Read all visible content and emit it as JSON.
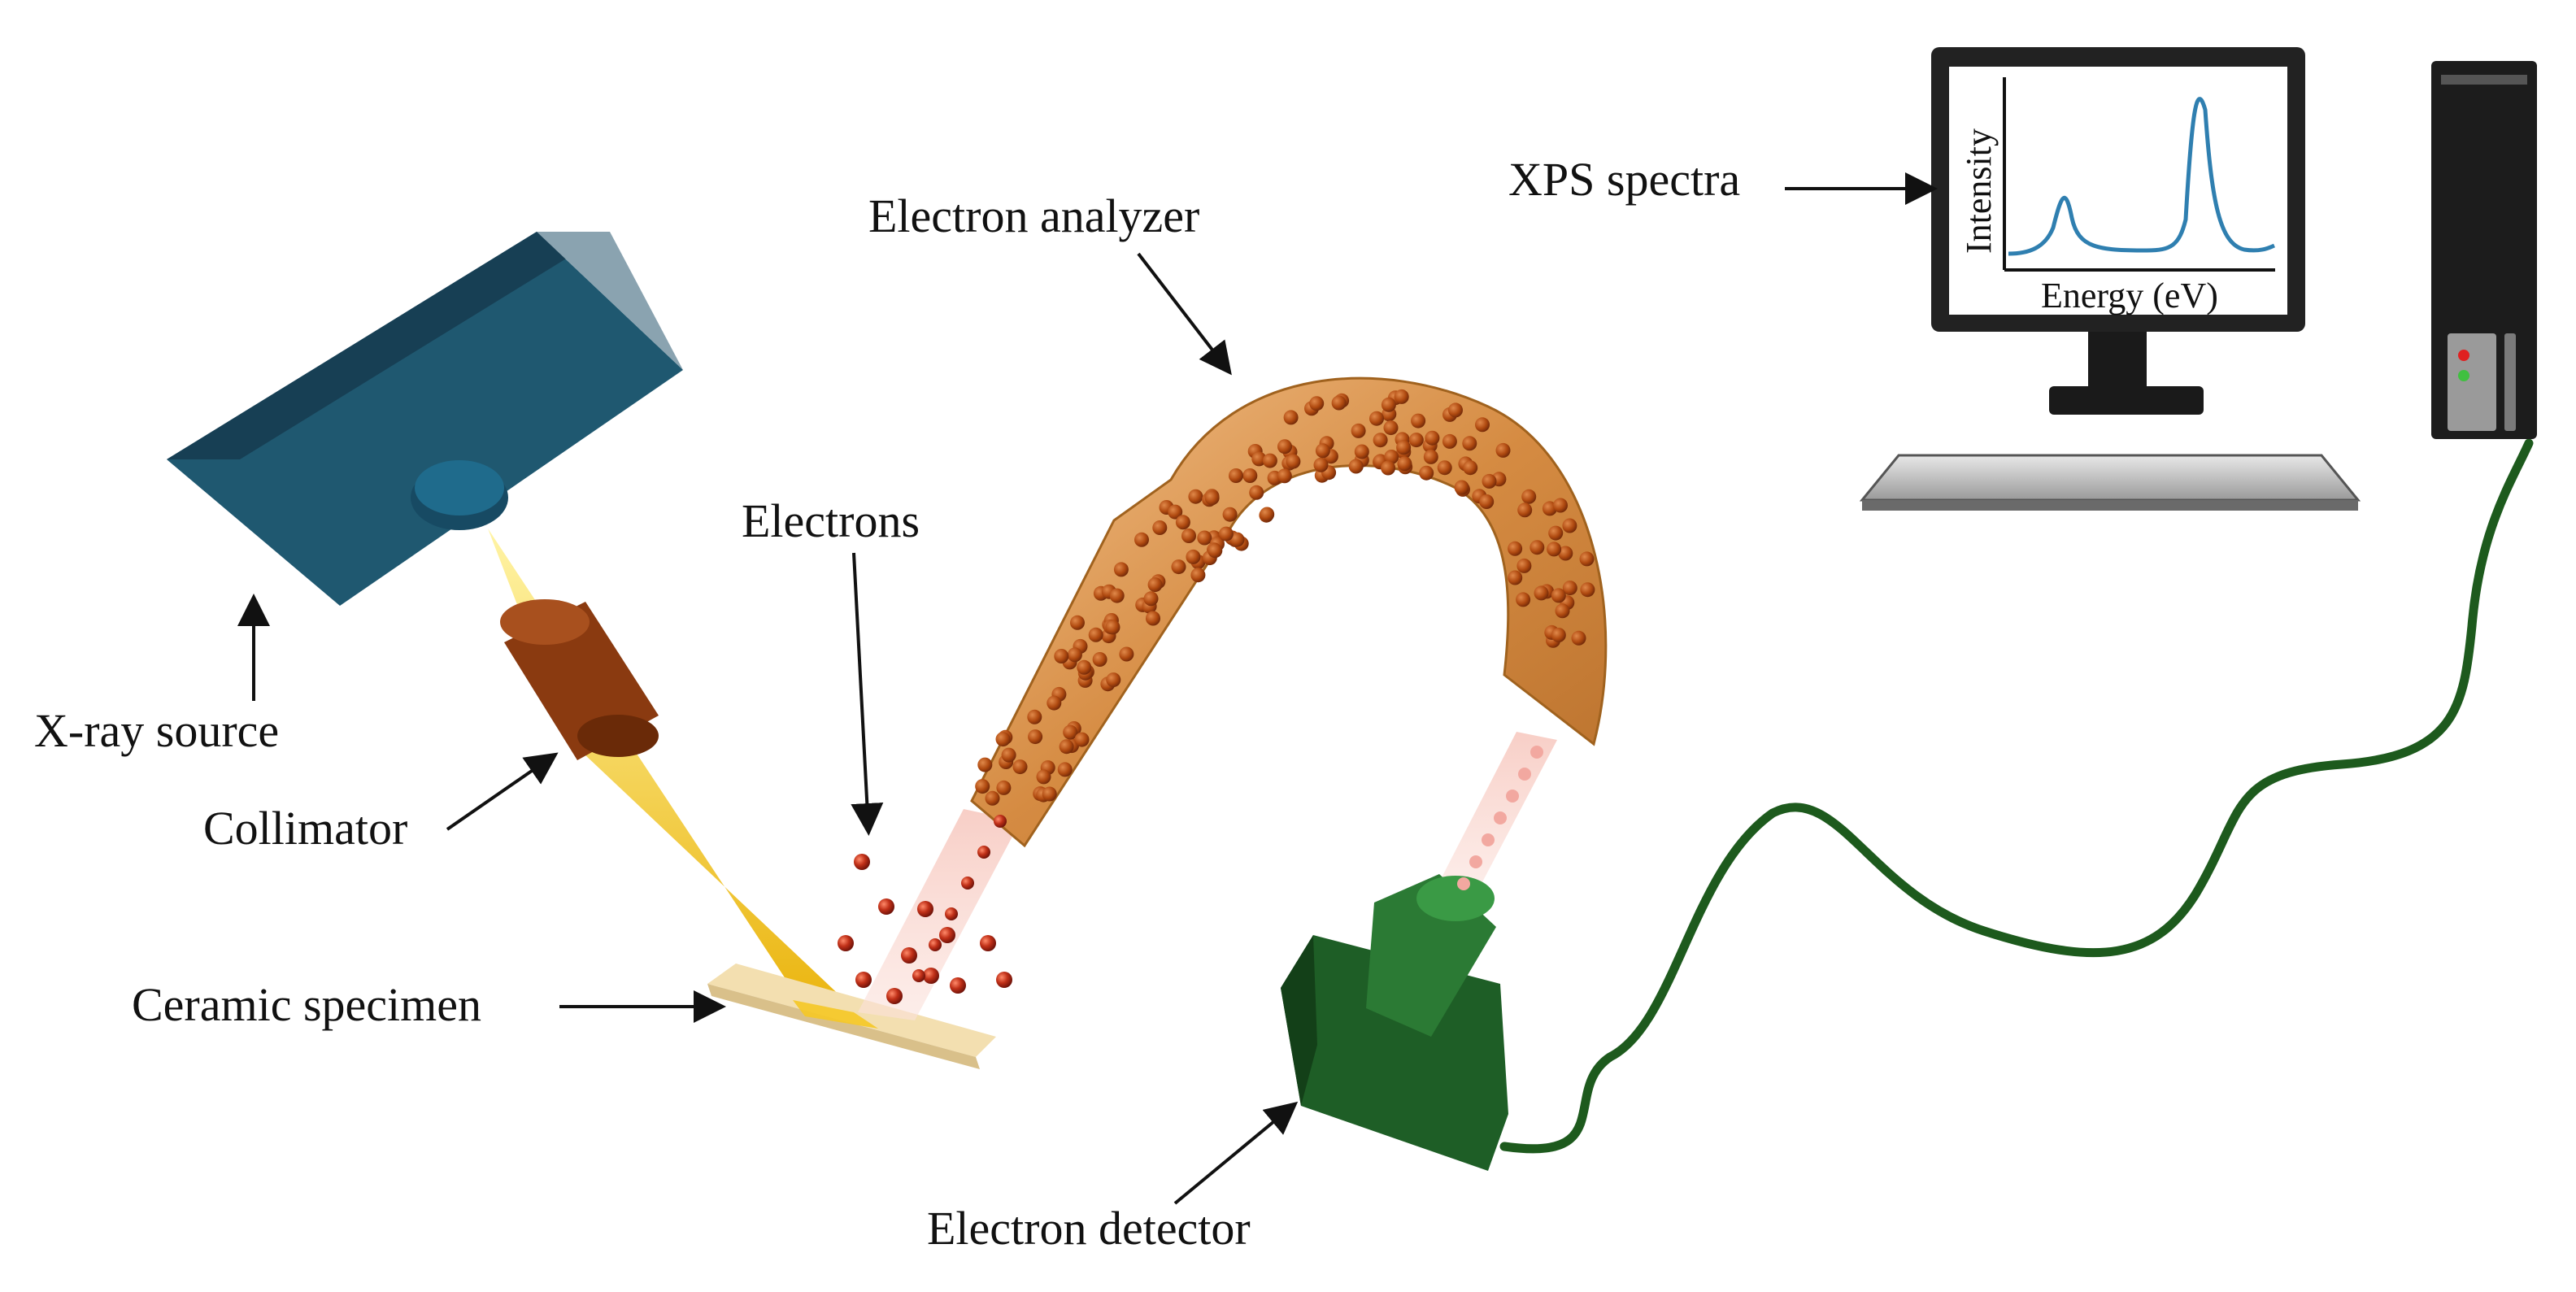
{
  "labels": {
    "xray_source": "X-ray source",
    "collimator": "Collimator",
    "ceramic_specimen": "Ceramic specimen",
    "electrons": "Electrons",
    "electron_analyzer": "Electron analyzer",
    "electron_detector": "Electron detector",
    "xps_spectra": "XPS spectra"
  },
  "monitor_plot": {
    "ylabel": "Intensity",
    "xlabel": "Energy (eV)"
  },
  "colors": {
    "xray_source": "#1f5870",
    "collimator": "#8a3a10",
    "beam": "#f2c020",
    "specimen": "#f3dfb0",
    "analyzer": "#d9914a",
    "electron_dot": "#b02020",
    "detector": "#1e5e26",
    "cable": "#1d5a1d",
    "spectrum_line": "#2f7fb0",
    "led_red": "#e02020",
    "led_green": "#40c040"
  },
  "icons": [
    "arrow-icon",
    "monitor-icon",
    "computer-tower-icon",
    "keyboard-icon"
  ]
}
